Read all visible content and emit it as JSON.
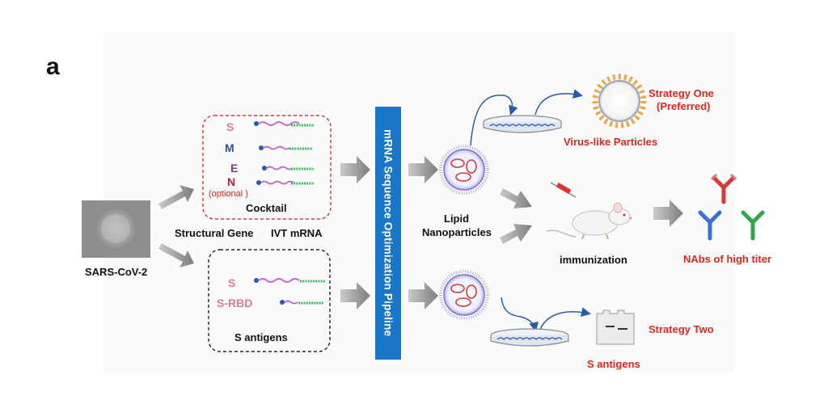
{
  "panel_label": "a",
  "virus": {
    "label": "SARS-CoV-2"
  },
  "cocktail_box": {
    "genes": [
      "S",
      "M",
      "E",
      "N"
    ],
    "optional_note": "(optional )",
    "title": "Cocktail"
  },
  "column_labels": {
    "structural_gene": "Structural Gene",
    "ivt_mrna": "IVT mRNA"
  },
  "s_antigen_box": {
    "genes": [
      "S",
      "S-RBD"
    ],
    "title": "S antigens"
  },
  "pipeline": {
    "label": "mRNA Sequence Optimization Pipeline"
  },
  "lnp": {
    "label_line1": "Lipid",
    "label_line2": "Nanoparticles"
  },
  "strategy_one": {
    "title": "Strategy One",
    "note": "(Preferred)",
    "product": "Virus-like Particles"
  },
  "immunization": {
    "label": "immunization"
  },
  "nabs": {
    "label": "NAbs of high titer"
  },
  "strategy_two": {
    "title": "Strategy Two",
    "product": "S antigens"
  },
  "colors": {
    "accent_red": "#e0261e",
    "pipeline_blue": "#1976c9",
    "gene_s": "#e07a9a",
    "gene_m": "#2d4f9e",
    "gene_e": "#7a3d8a",
    "gene_n": "#b0234a",
    "antibody_red": "#d63a3a",
    "antibody_blue": "#3c6fd1",
    "antibody_green": "#2ea84a"
  }
}
